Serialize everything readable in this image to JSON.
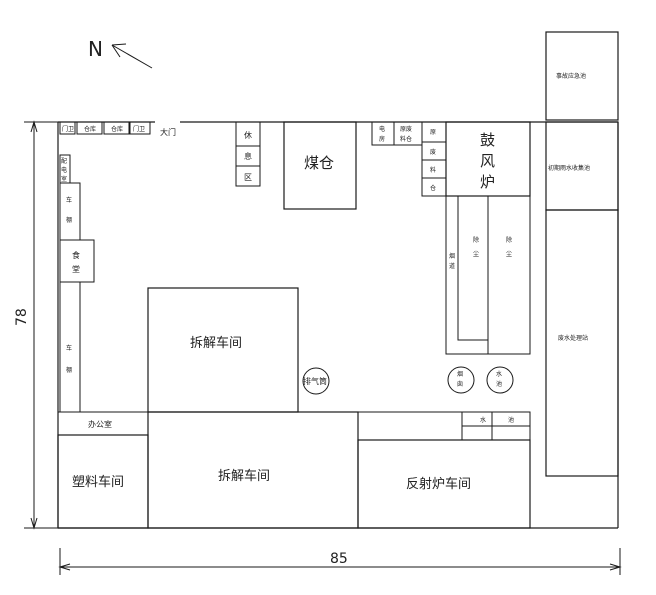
{
  "north": {
    "letter": "N"
  },
  "dimensions": {
    "height": "78",
    "width": "85"
  },
  "labels": {
    "gate": "大门",
    "top_small_1": "门卫",
    "top_small_2": "仓库",
    "top_small_3": "仓库",
    "top_small_4": "门卫",
    "rest_1": "休",
    "rest_2": "息",
    "rest_3": "区",
    "coal": "煤仓",
    "power_1": "电",
    "power_2": "房",
    "raw_1": "原废",
    "raw_2": "料仓",
    "wasteside_1": "原",
    "wasteside_2": "废",
    "wasteside_3": "料",
    "wasteside_4": "仓",
    "blower_1": "鼓",
    "blower_2": "风",
    "blower_3": "炉",
    "emergency": "事故应急池",
    "rainwater": "初期雨水收集池",
    "wastewater": "废水处理站",
    "dust_1": "除",
    "dust_2": "尘",
    "dust_3": "除",
    "dust_4": "尘",
    "flue_1": "烟",
    "flue_2": "道",
    "left_top_1": "配",
    "left_top_2": "电",
    "left_top_3": "室",
    "shed1_1": "车",
    "shed1_2": "棚",
    "canteen_1": "食",
    "canteen_2": "堂",
    "shed2_1": "车",
    "shed2_2": "棚",
    "dismantle_1": "拆解车间",
    "dismantle_2": "拆解车间",
    "exhaust": "排气筒",
    "chimney_1": "烟",
    "chimney_2": "囱",
    "pool_1": "水",
    "pool_2": "池",
    "water": "水",
    "pool_sm": "池",
    "office": "办公室",
    "plastic": "塑料车间",
    "reverb": "反射炉车间"
  }
}
